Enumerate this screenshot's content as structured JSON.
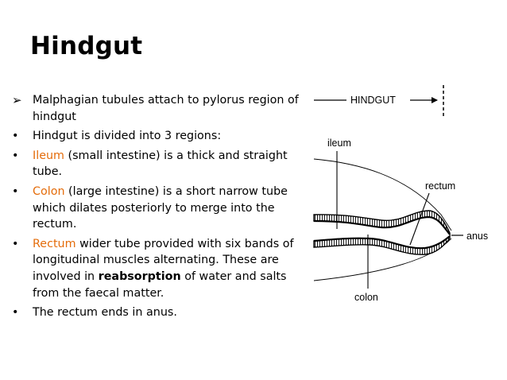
{
  "slide": {
    "title": "Hindgut",
    "accent_color": "#E46C0A",
    "bullets": [
      {
        "marker": "➢",
        "parts": [
          {
            "text": "Malphagian tubules attach to pylorus region of hindgut",
            "style": "normal"
          }
        ]
      },
      {
        "marker": "•",
        "parts": [
          {
            "text": "Hindgut is divided into 3 regions:",
            "style": "normal"
          }
        ]
      },
      {
        "marker": "•",
        "parts": [
          {
            "text": "Ileum",
            "style": "accent"
          },
          {
            "text": " (small intestine) is a thick and straight tube.",
            "style": "normal"
          }
        ]
      },
      {
        "marker": "•",
        "parts": [
          {
            "text": "Colon",
            "style": "accent"
          },
          {
            "text": " (large intestine) is a short narrow tube which dilates posteriorly to merge into the rectum.",
            "style": "normal"
          }
        ]
      },
      {
        "marker": "•",
        "parts": [
          {
            "text": "Rectum",
            "style": "accent"
          },
          {
            "text": " wider tube provided with six bands of longitudinal muscles alternating. These are involved in ",
            "style": "normal"
          },
          {
            "text": "reabsorption",
            "style": "bold"
          },
          {
            "text": " of water and salts from the faecal matter.",
            "style": "normal"
          }
        ]
      },
      {
        "marker": "•",
        "parts": [
          {
            "text": "The rectum ends in anus.",
            "style": "normal"
          }
        ]
      }
    ]
  },
  "figure": {
    "labels": {
      "hindgut": "HINDGUT",
      "ileum": "ileum",
      "rectum": "rectum",
      "anus": "anus",
      "colon": "colon"
    }
  }
}
